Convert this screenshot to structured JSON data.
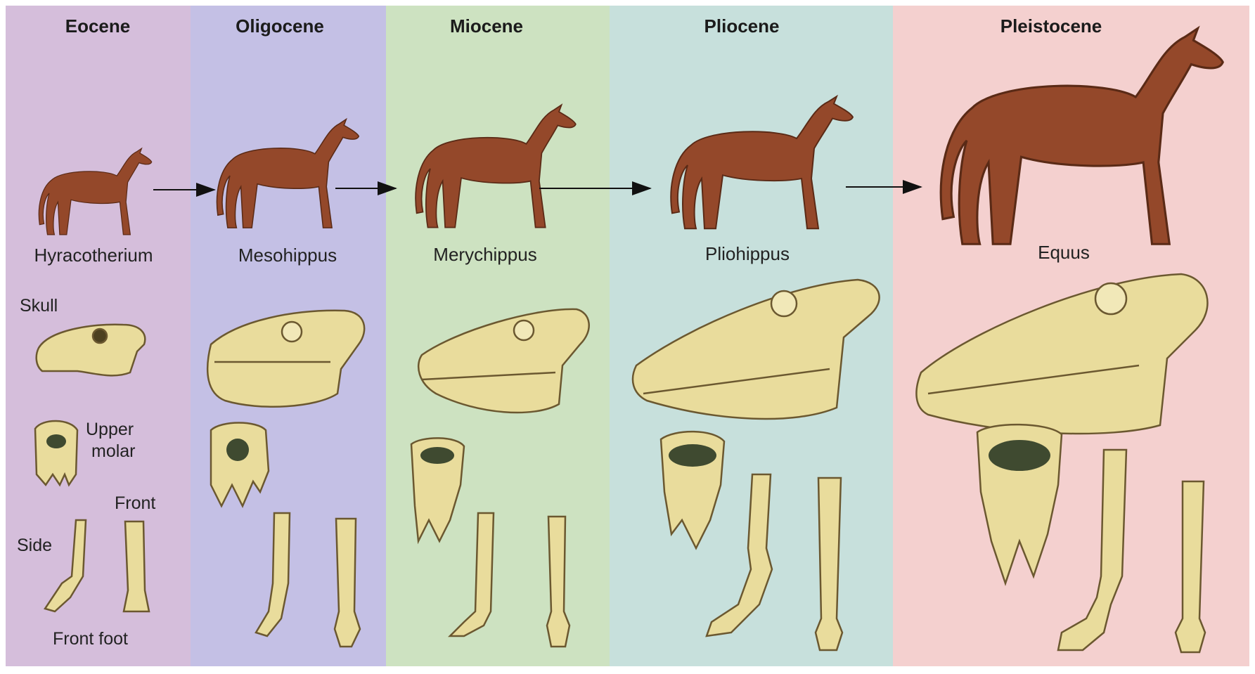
{
  "periods": [
    {
      "era": "Eocene",
      "genus": "Hyracotherium",
      "color": "#d5bedb"
    },
    {
      "era": "Oligocene",
      "genus": "Mesohippus",
      "color": "#c4c0e5"
    },
    {
      "era": "Miocene",
      "genus": "Merychippus",
      "color": "#cde2c1"
    },
    {
      "era": "Pliocene",
      "genus": "Pliohippus",
      "color": "#c7e0dc"
    },
    {
      "era": "Pleistocene",
      "genus": "Equus",
      "color": "#f4d0cf"
    }
  ],
  "labels": {
    "skull": "Skull",
    "upper_molar_line1": "Upper",
    "upper_molar_line2": "molar",
    "front": "Front",
    "side": "Side",
    "front_foot": "Front foot"
  },
  "colors": {
    "horse": "#94482a",
    "bone": "#e9dc9c",
    "bone_stroke": "#6b5830",
    "arrow": "#111111"
  },
  "icons": [
    "horse-icon",
    "skull-icon",
    "molar-icon",
    "foot-bone-icon",
    "arrow-icon"
  ]
}
